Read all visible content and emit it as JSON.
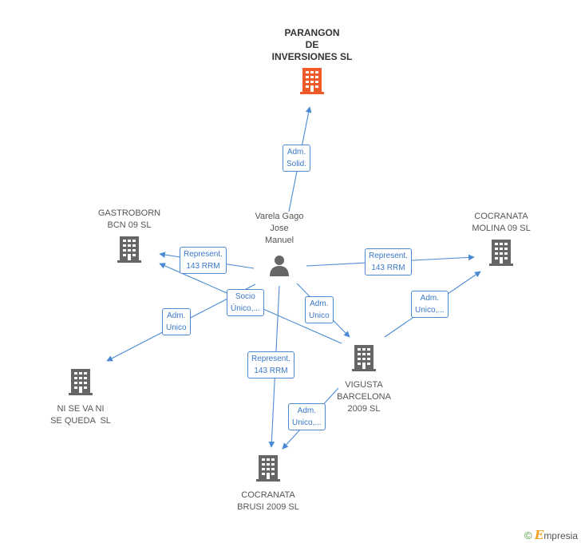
{
  "colors": {
    "edge": "#4a8ad4",
    "building": "#666666",
    "building_highlight": "#f05a28"
  },
  "nodes": {
    "parangon": {
      "label_lines": [
        "PARANGON",
        "DE",
        "INVERSIONES SL"
      ],
      "icon": "building-icon-highlight"
    },
    "person": {
      "label_lines": [
        "Varela Gago",
        "Jose",
        "Manuel"
      ],
      "icon": "person-icon"
    },
    "gastroborn": {
      "label_lines": [
        "GASTROBORN",
        "BCN 09 SL"
      ],
      "icon": "building-icon"
    },
    "cocranata_molina": {
      "label_lines": [
        "COCRANATA",
        "MOLINA 09 SL"
      ],
      "icon": "building-icon"
    },
    "ni_se_va": {
      "label_lines": [
        "NI SE VA NI",
        "SE QUEDA  SL"
      ],
      "icon": "building-icon"
    },
    "vigusta": {
      "label_lines": [
        "VIGUSTA",
        "BARCELONA",
        "2009 SL"
      ],
      "icon": "building-icon"
    },
    "cocranata_brusi": {
      "label_lines": [
        "COCRANATA",
        "BRUSI 2009 SL"
      ],
      "icon": "building-icon"
    }
  },
  "edge_labels": {
    "adm_solid": [
      "Adm.",
      "Solid."
    ],
    "represent_gastroborn": [
      "Represent.",
      "143 RRM"
    ],
    "represent_molina": [
      "Represent.",
      "143 RRM"
    ],
    "socio_unico": [
      "Socio",
      "Único,..."
    ],
    "adm_unico_nisevani": [
      "Adm.",
      "Unico"
    ],
    "adm_unico_vigusta": [
      "Adm.",
      "Unico"
    ],
    "represent_brusi": [
      "Represent.",
      "143 RRM"
    ],
    "adm_unico_molina": [
      "Adm.",
      "Unico,..."
    ],
    "adm_unico_brusi": [
      "Adm.",
      "Unico,..."
    ]
  },
  "brand": {
    "copyright": "©",
    "e": "E",
    "rest": "mpresia"
  }
}
